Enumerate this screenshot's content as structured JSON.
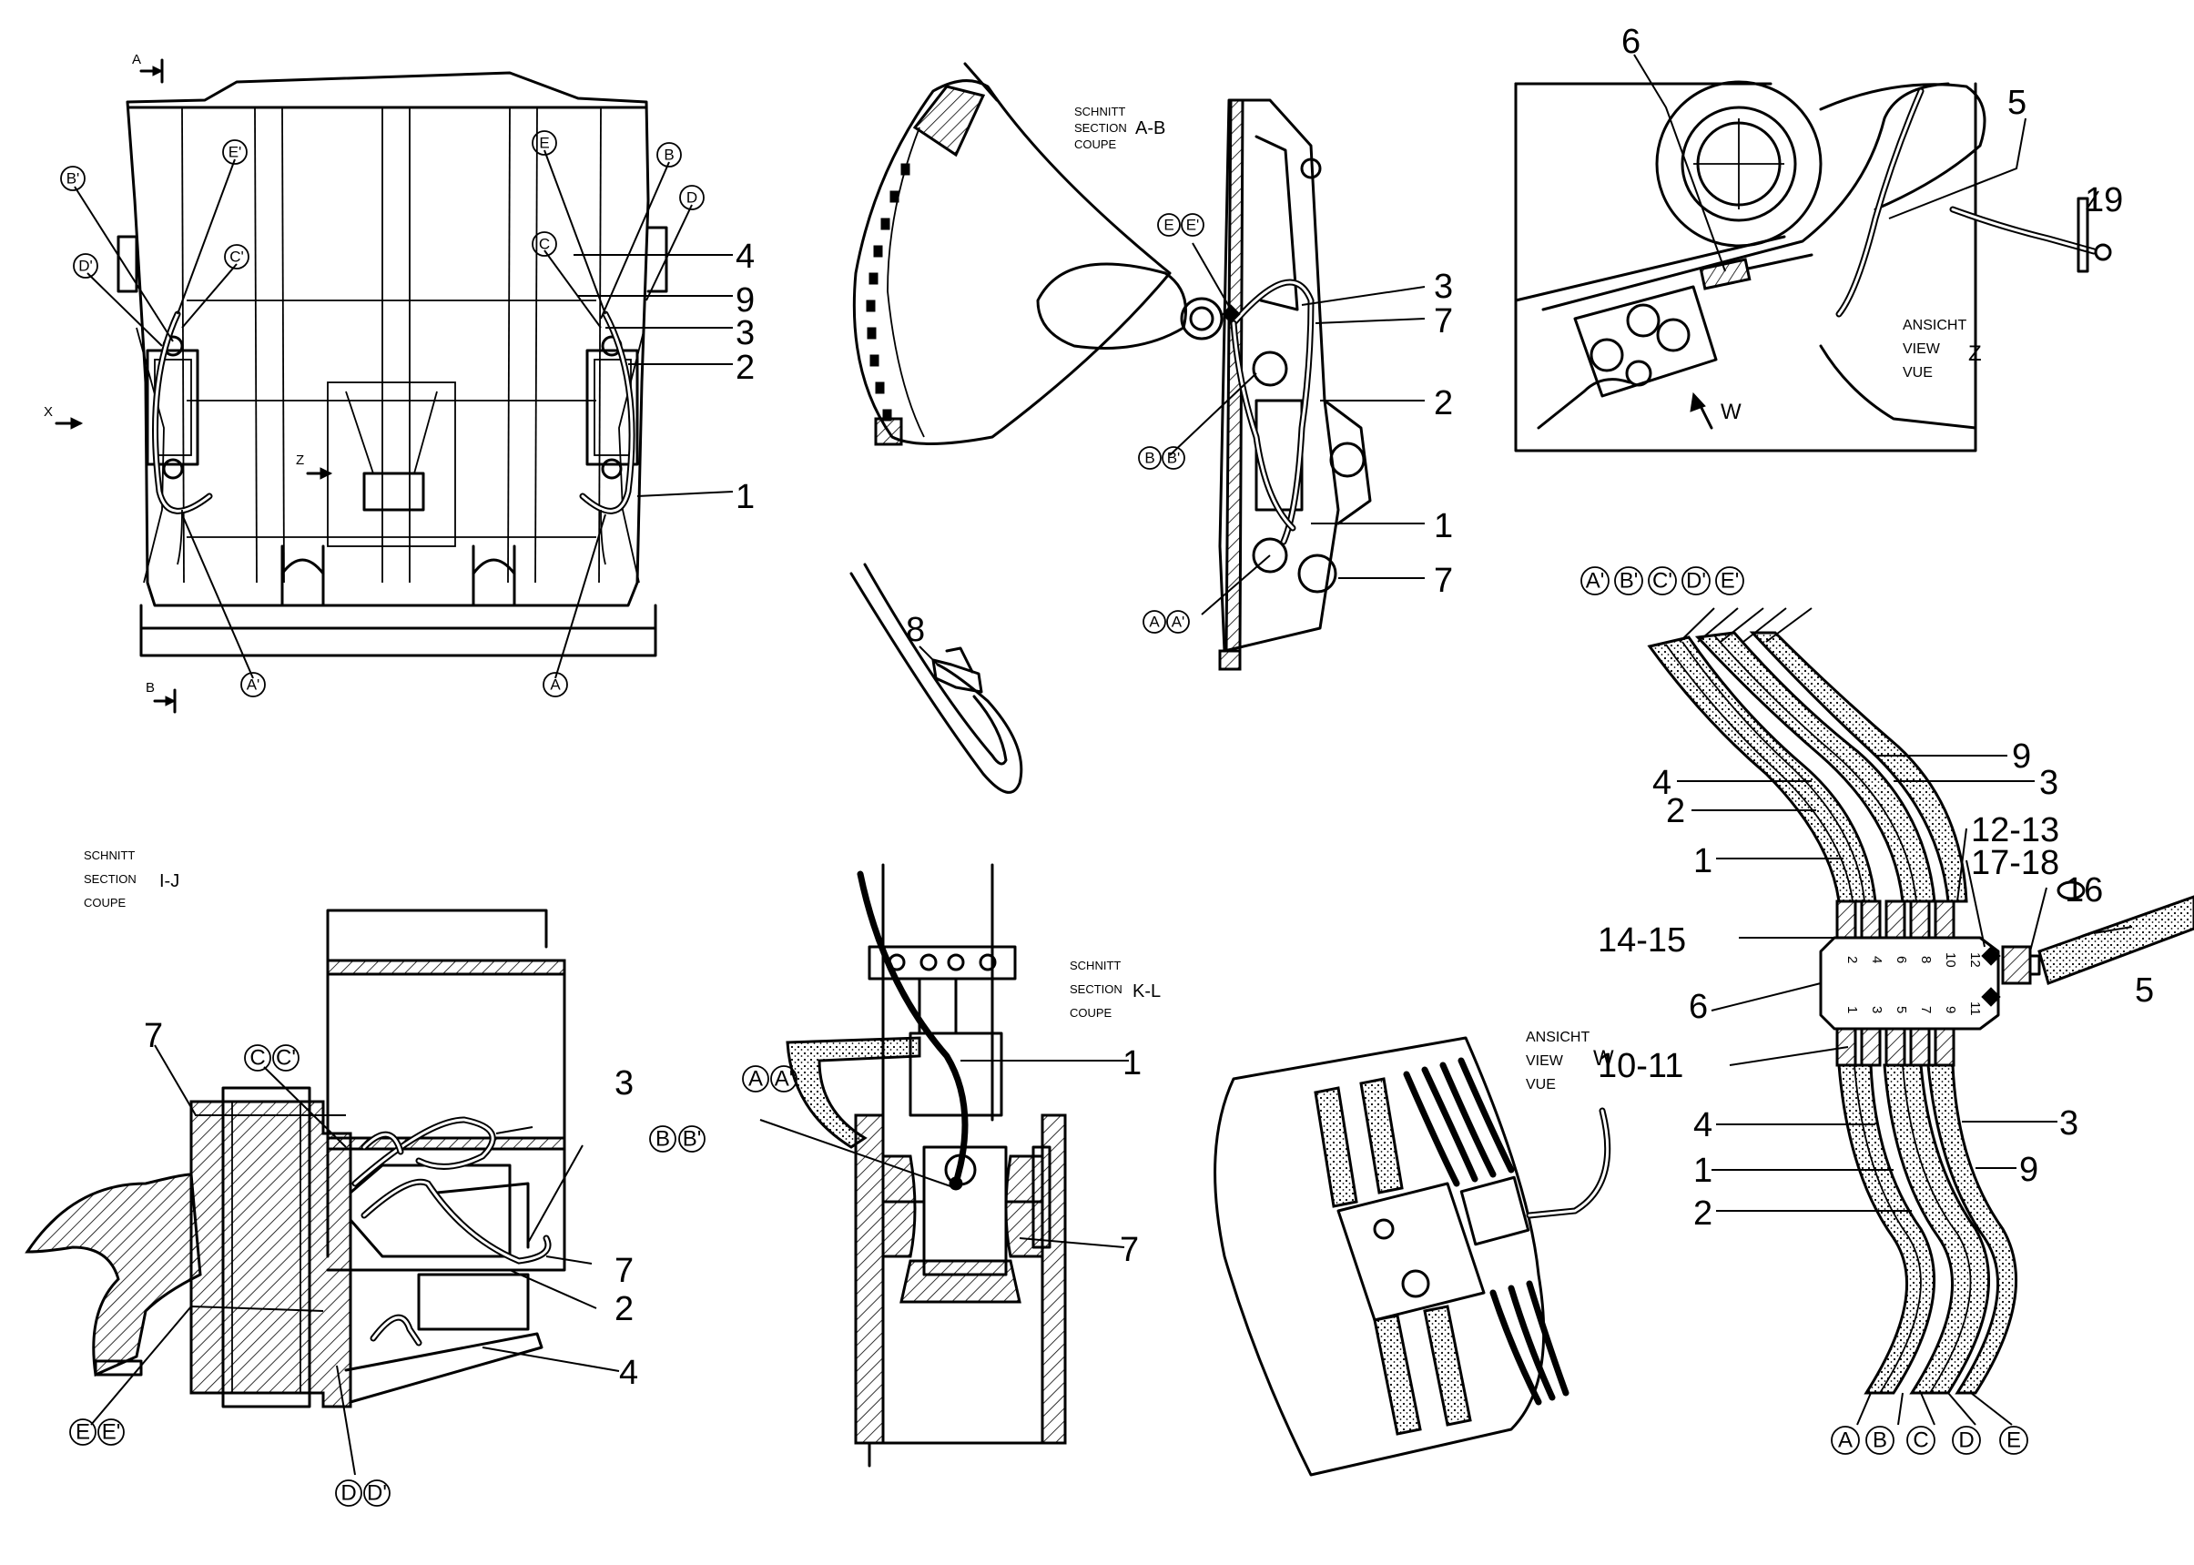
{
  "panels": {
    "rear_view": {
      "cut_marks": [
        "A",
        "B"
      ],
      "arrows": [
        "X",
        "Z"
      ],
      "labels": [
        "4",
        "9",
        "3",
        "2",
        "1"
      ],
      "circles": [
        "B'",
        "E'",
        "D'",
        "C'",
        "E",
        "B",
        "D",
        "C",
        "A'",
        "A"
      ]
    },
    "section_ab": {
      "title_lines": [
        "SCHNITT",
        "SECTION",
        "COUPE"
      ],
      "title_id": "A-B",
      "labels": [
        "3",
        "7",
        "2",
        "1",
        "7"
      ],
      "circles": [
        "E",
        "E'",
        "B",
        "B'",
        "A",
        "A'"
      ]
    },
    "view_z": {
      "title_lines": [
        "ANSICHT",
        "VIEW",
        "VUE"
      ],
      "title_id": "Z",
      "arrow_label": "W",
      "labels": [
        "6",
        "5",
        "19"
      ]
    },
    "strap": {
      "label": "8"
    },
    "section_ij": {
      "title_lines": [
        "SCHNITT",
        "SECTION",
        "COUPE"
      ],
      "title_id": "I-J",
      "labels": [
        "7",
        "3",
        "7",
        "2",
        "4"
      ],
      "circles": [
        "C",
        "C'",
        "B",
        "B'",
        "E",
        "E'",
        "D",
        "D'"
      ]
    },
    "section_kl": {
      "title_lines": [
        "SCHNITT",
        "SECTION",
        "COUPE"
      ],
      "title_id": "K-L",
      "labels": [
        "1",
        "7"
      ],
      "circles": [
        "A",
        "A'"
      ]
    },
    "view_w": {
      "title_lines": [
        "ANSICHT",
        "VIEW",
        "VUE"
      ],
      "title_id": "W"
    },
    "manifold": {
      "circles_top": [
        "A'",
        "B'",
        "C'",
        "D'",
        "E'"
      ],
      "circles_bottom": [
        "A",
        "B",
        "C",
        "D",
        "E"
      ],
      "labels": [
        "9",
        "3",
        "4",
        "2",
        "1",
        "12-13",
        "17-18",
        "16",
        "14-15",
        "5",
        "6",
        "10-11",
        "4",
        "3",
        "1",
        "9",
        "2"
      ],
      "port_numbers_top": [
        "2",
        "4",
        "6",
        "8",
        "10",
        "12"
      ],
      "port_numbers_bottom": [
        "1",
        "3",
        "5",
        "7",
        "9",
        "11"
      ]
    }
  }
}
